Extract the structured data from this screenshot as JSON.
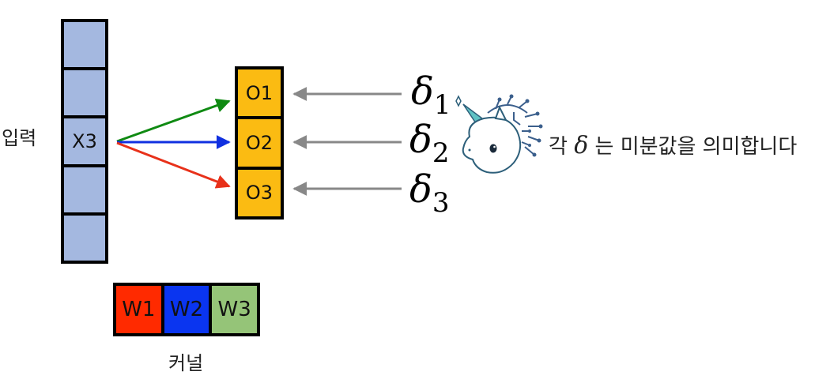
{
  "input": {
    "label": "입력",
    "cells": [
      "",
      "",
      "X3",
      "",
      ""
    ],
    "color": "#a4b8e0"
  },
  "output": {
    "cells": [
      "O1",
      "O2",
      "O3"
    ],
    "color": "#fbbb12"
  },
  "kernel": {
    "label": "커널",
    "weights": [
      {
        "label": "W1",
        "color": "#ff2a00"
      },
      {
        "label": "W2",
        "color": "#0a35f0"
      },
      {
        "label": "W3",
        "color": "#95c478"
      }
    ]
  },
  "connections": [
    {
      "from": "X3",
      "to": "O1",
      "color": "#0f8a12"
    },
    {
      "from": "X3",
      "to": "O2",
      "color": "#1030e0"
    },
    {
      "from": "X3",
      "to": "O3",
      "color": "#e8311a"
    }
  ],
  "gradients": [
    {
      "symbol": "δ",
      "subscript": "1"
    },
    {
      "symbol": "δ",
      "subscript": "2"
    },
    {
      "symbol": "δ",
      "subscript": "3"
    }
  ],
  "caption": {
    "prefix": "각 ",
    "symbol": "δ",
    "suffix": " 는 미분값을 의미합니다"
  },
  "mascot": {
    "icon": "unicorn-mascot-icon"
  }
}
